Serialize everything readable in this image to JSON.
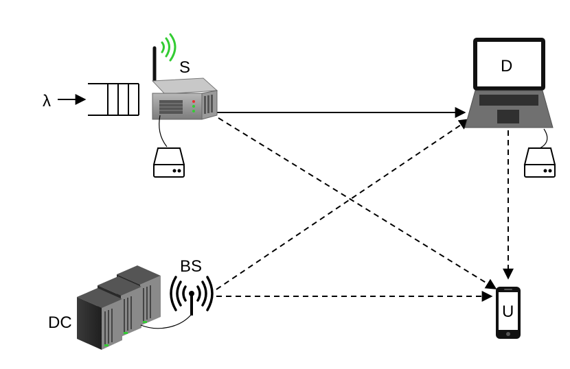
{
  "labels": {
    "arrival": "λ",
    "source": "S",
    "destination": "D",
    "base_station": "BS",
    "data_center": "DC",
    "user": "U"
  },
  "colors": {
    "signal_wave": "#33cc33",
    "device_gray": "#8a8a8a",
    "laptop_gray": "#707070",
    "server_dark": "#2a2a2a"
  },
  "icons": [
    "queue-icon",
    "router-icon",
    "wifi-signal-icon",
    "storage-drive-icon",
    "laptop-icon",
    "server-rack-icon",
    "antenna-icon",
    "smartphone-icon"
  ]
}
